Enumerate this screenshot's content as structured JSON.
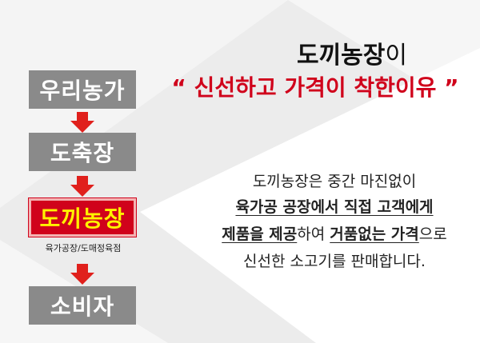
{
  "headline": {
    "brand": "도끼농장",
    "brand_suffix": "이",
    "reason": "“ 신선하고 가격이 착한이유 ”"
  },
  "flow": {
    "steps": [
      {
        "label": "우리농가"
      },
      {
        "label": "도축장"
      },
      {
        "label": "도끼농장",
        "sub": "육가공장/도매정육점"
      },
      {
        "label": "소비자"
      }
    ]
  },
  "description": {
    "line1": "도끼농장은 중간 마진없이",
    "line2": "육가공 공장에서 직접 고객에게",
    "line3_bold1": "제품을 제공",
    "line3_mid": "하여 ",
    "line3_bold2": "거품없는 가격",
    "line3_end": "으로",
    "line4": "신선한 소고기를 판매합니다."
  },
  "colors": {
    "accent": "#d0021b",
    "highlight_text": "#fff200",
    "step_gray": "#8a8a8a",
    "background": "#ececec"
  }
}
